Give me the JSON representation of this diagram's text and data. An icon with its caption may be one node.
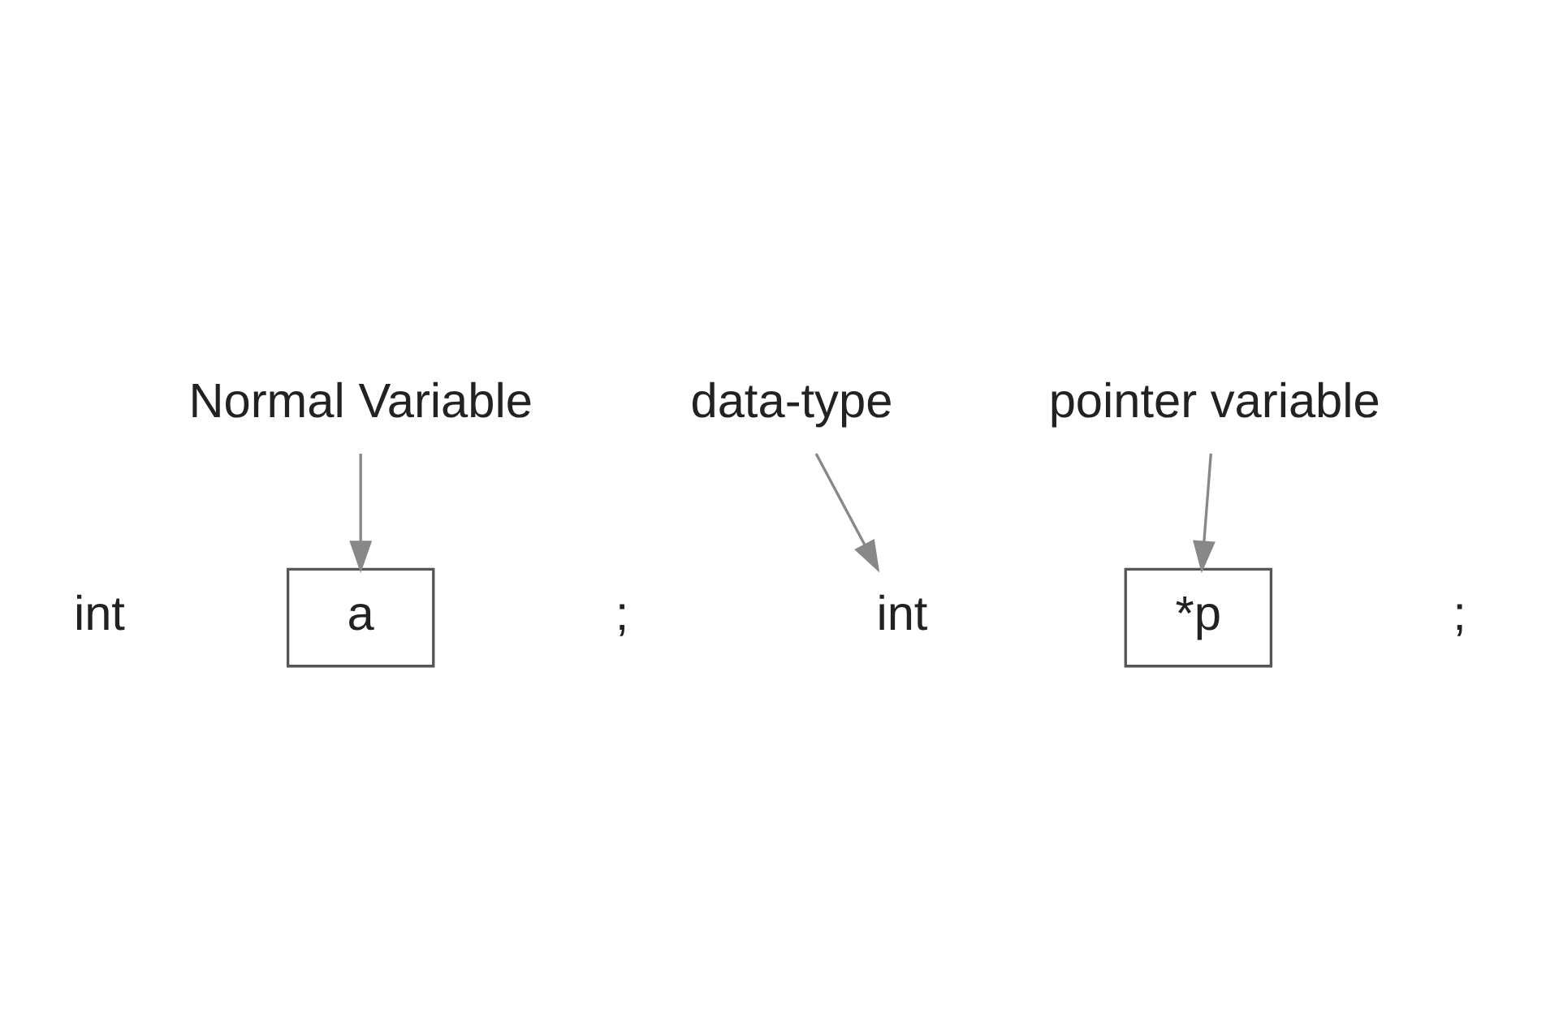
{
  "diagram": {
    "nodes": [
      {
        "text": [
          "Normal Variable"
        ]
      },
      {
        "text": [
          "int"
        ]
      },
      {
        "text": [
          "a"
        ],
        "beside": [
          ";"
        ]
      },
      {
        "text": [
          "int"
        ]
      },
      {
        "text": [
          "*p"
        ],
        "beside": [
          ";"
        ]
      },
      {
        "text": [
          "data-type"
        ]
      },
      {
        "text": [
          "pointer variable"
        ]
      }
    ],
    "edges": [
      {
        "from": 0,
        "to": 2,
        "arrow": "to"
      },
      {
        "from": 5,
        "to": 3,
        "arrow": "to"
      },
      {
        "from": 6,
        "to": 4,
        "arrow": "to"
      }
    ]
  }
}
